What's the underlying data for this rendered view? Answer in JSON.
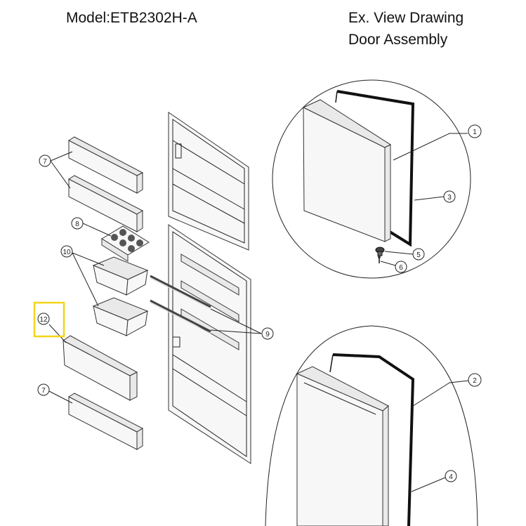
{
  "header": {
    "model": "Model:ETB2302H-A",
    "title_line1": "Ex. View Drawing",
    "title_line2": "Door Assembly"
  },
  "callouts": {
    "c1": "1",
    "c2": "2",
    "c3": "3",
    "c4": "4",
    "c5": "5",
    "c6": "6",
    "c7a": "7",
    "c7b": "7",
    "c8": "8",
    "c9": "9",
    "c10": "10",
    "c12": "12"
  },
  "highlight": {
    "color": "#f2d51a",
    "target": "12"
  }
}
